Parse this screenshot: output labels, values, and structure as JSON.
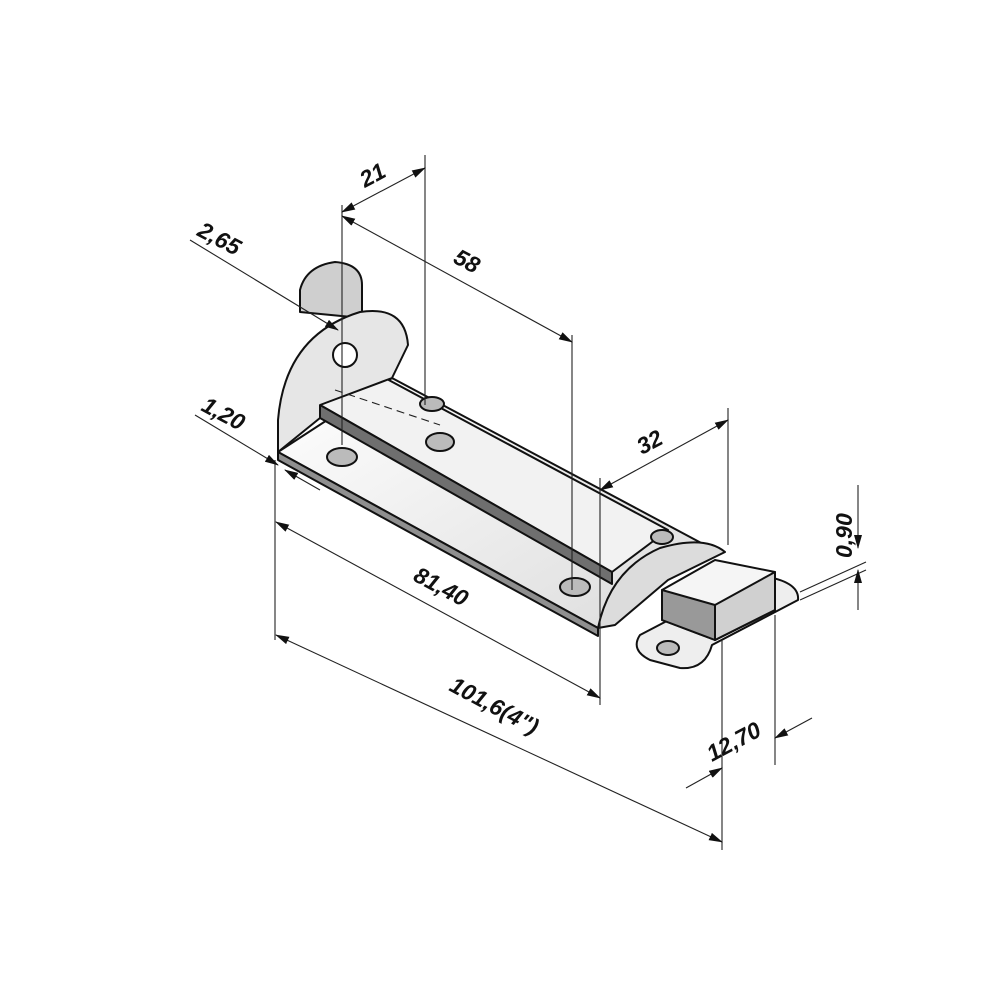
{
  "drawing": {
    "dimensions": {
      "d21": "21",
      "d58": "58",
      "d265": "2,65",
      "d120": "1,20",
      "d32": "32",
      "d090": "0,90",
      "d8140": "81,40",
      "d1016": "101,6(4\")",
      "d1270": "12,70"
    },
    "colors": {
      "line": "#111111",
      "face_light": "#f4f4f4",
      "face_mid": "#d8d8d8",
      "face_dark": "#9a9a9a"
    }
  }
}
